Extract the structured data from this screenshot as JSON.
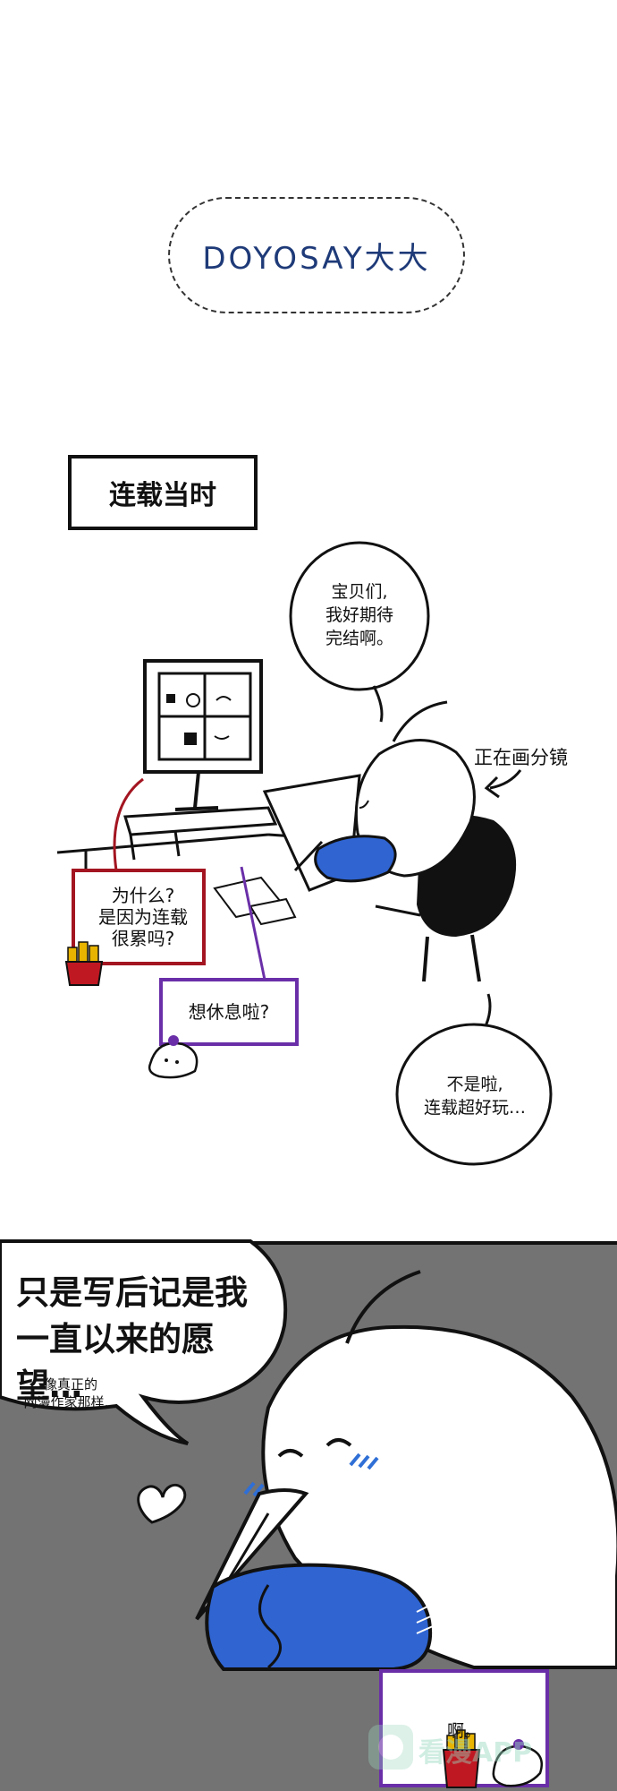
{
  "header": {
    "title": "DOYOSAY大大"
  },
  "panel1": {
    "section_label": "连载当时",
    "bubble_top": [
      "宝贝们,",
      "我好期待",
      "完结啊。"
    ],
    "drawing_annotation": "正在画分镜",
    "callout_red": [
      "为什么?",
      "是因为连载",
      "很累吗?"
    ],
    "callout_purple": "想休息啦?",
    "bubble_bottom": [
      "不是啦,",
      "连载超好玩…"
    ]
  },
  "panel2": {
    "speech_main": [
      "只是写后记是我",
      "一直以来的愿望…"
    ],
    "speech_sub": [
      "像真正的",
      "网漫作家那样…"
    ],
    "card_text": "啊。"
  },
  "watermark": {
    "text": "看漫APP"
  },
  "colors": {
    "title_blue": "#1e3a78",
    "blush_blue": "#2f6fd6",
    "arm_blue": "#2f64d1",
    "callout_red": "#a31521",
    "callout_purple": "#6a2fa8",
    "panel_gray": "#737373"
  }
}
